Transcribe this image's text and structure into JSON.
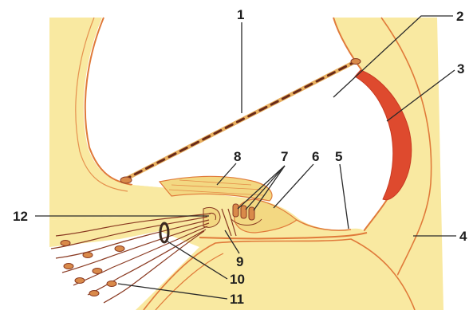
{
  "diagram": {
    "labels": [
      "1",
      "2",
      "3",
      "4",
      "5",
      "6",
      "7",
      "8",
      "9",
      "10",
      "11",
      "12"
    ]
  },
  "colors": {
    "background": "#ffffff",
    "tissue": "#f9e9a1",
    "tissue_dark": "#f3d882",
    "outline": "#e07a3a",
    "membrane_red": "#de4a2e",
    "fiber": "#8a3a22",
    "leader": "#2a2a2a",
    "cell_body": "#d98a4a"
  }
}
